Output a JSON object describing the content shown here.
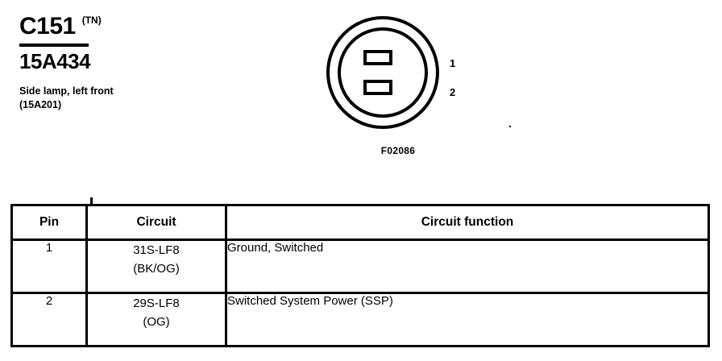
{
  "header": {
    "connector_code": "C151",
    "color_code": "(TN)",
    "part_number": "15A434",
    "description_line1": "Side lamp, left front",
    "description_line2": "(15A201)"
  },
  "figure": {
    "label": "F02086",
    "pin_callouts": [
      "1",
      "2"
    ],
    "terminal_count": 2
  },
  "table": {
    "headers": {
      "pin": "Pin",
      "circuit": "Circuit",
      "function": "Circuit function"
    },
    "rows": [
      {
        "pin": "1",
        "circuit_code": "31S-LF8",
        "circuit_color": "(BK/OG)",
        "function": "Ground, Switched"
      },
      {
        "pin": "2",
        "circuit_code": "29S-LF8",
        "circuit_color": "(OG)",
        "function": "Switched System Power (SSP)"
      }
    ]
  },
  "colors": {
    "ink": "#000000",
    "paper": "#ffffff"
  }
}
